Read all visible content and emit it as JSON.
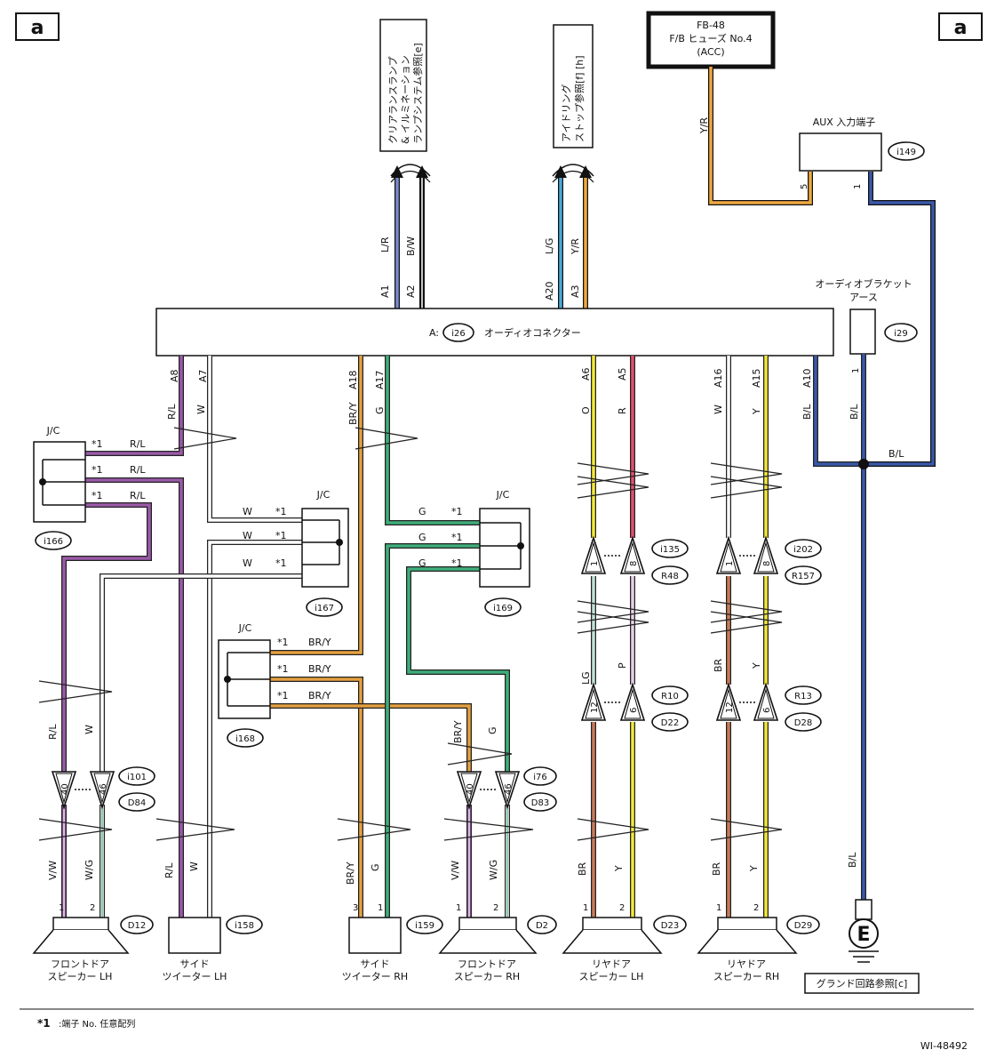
{
  "corner_labels": {
    "left": "a",
    "right": "a"
  },
  "fuse_box": {
    "line1": "FB-48",
    "line2": "F/B ヒューズ No.4",
    "line3": "(ACC)"
  },
  "ref_clearance": {
    "line1": "クリアランスランプ",
    "line2": "& イルミネーション",
    "line3": "ランプシステム参照[e]"
  },
  "ref_idling": {
    "line1": "アイドリング",
    "line2": "ストップ参照[f] [h]"
  },
  "aux": {
    "label": "AUX 入力端子",
    "connector": "i149",
    "pin_left": "5",
    "pin_right": "1"
  },
  "bracket_earth": {
    "line1": "オーディオブラケット",
    "line2": "アース",
    "connector": "i29",
    "pin": "1"
  },
  "audio_connector": {
    "prefix": "A:",
    "connector": "i26",
    "name": "オーディオコネクター"
  },
  "top_pins": [
    "A1",
    "A2",
    "A20",
    "A3"
  ],
  "bottom_pins": [
    "A8",
    "A7",
    "A18",
    "A17",
    "A6",
    "A5",
    "A16",
    "A15",
    "A10"
  ],
  "wire_colors": {
    "lr": "L/R",
    "bw": "B/W",
    "lg": "L/G",
    "yr_top": "Y/R",
    "yr_fuse": "Y/R",
    "rl": "R/L",
    "w": "W",
    "bry": "BR/Y",
    "g": "G",
    "o": "O",
    "r": "R",
    "y": "Y",
    "bl": "B/L",
    "lgc": "LG",
    "p": "P",
    "br": "BR",
    "vw": "V/W",
    "wg": "W/G"
  },
  "jc": {
    "label": "J/C",
    "star": "*1",
    "i166": "i166",
    "i167": "i167",
    "i168": "i168",
    "i169": "i169"
  },
  "relay_connectors": {
    "i135": "i135",
    "r48": "R48",
    "r10": "R10",
    "d22": "D22",
    "i202": "i202",
    "r157": "R157",
    "r13": "R13",
    "d28": "D28",
    "i101": "i101",
    "d84": "D84",
    "i76": "i76",
    "d83": "D83"
  },
  "relay_pins": {
    "p1": "1",
    "p8": "8",
    "p12": "12",
    "p6": "6",
    "p40": "40",
    "p46": "46"
  },
  "speakers": {
    "d12": {
      "connector": "D12",
      "line1": "フロントドア",
      "line2": "スピーカー LH",
      "pin1": "1",
      "pin2": "2"
    },
    "i158": {
      "connector": "i158",
      "line1": "サイド",
      "line2": "ツイーター LH"
    },
    "i159": {
      "connector": "i159",
      "line1": "サイド",
      "line2": "ツイーター RH",
      "pin1": "3",
      "pin2": "1"
    },
    "d2": {
      "connector": "D2",
      "line1": "フロントドア",
      "line2": "スピーカー RH",
      "pin1": "1",
      "pin2": "2"
    },
    "d23": {
      "connector": "D23",
      "line1": "リヤドア",
      "line2": "スピーカー LH",
      "pin1": "1",
      "pin2": "2"
    },
    "d29": {
      "connector": "D29",
      "line1": "リヤドア",
      "line2": "スピーカー RH",
      "pin1": "1",
      "pin2": "2"
    }
  },
  "ground": {
    "symbol": "E",
    "ref": "グランド回路参照[c]"
  },
  "footnote": {
    "star": "*1",
    "text": ":端子 No. 任意配列"
  },
  "figure_id": "WI-48492",
  "colors": {
    "purple": "#9a5aa8",
    "green": "#3fae7a",
    "orange": "#e5a040",
    "yellow": "#f2e83a",
    "red": "#e0506a",
    "blue": "#3a58a8",
    "lightblue": "#4aa8d8",
    "brown": "#c87a58"
  }
}
